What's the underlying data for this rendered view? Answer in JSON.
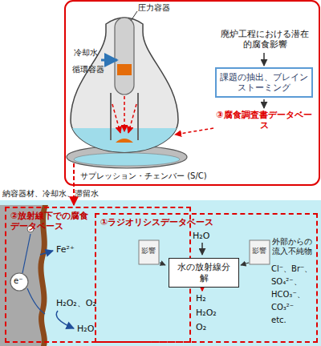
{
  "diagram": {
    "nodes": [
      {
        "text": [
          "②放射線下での腐食データベース"
        ]
      },
      {
        "text": [
          "①ラジオリシスデータベース"
        ]
      },
      {
        "text": [
          "水の放射線分解"
        ],
        "in": 1
      },
      {
        "text": [
          "課題の抽出、ブレインストーミング"
        ]
      }
    ],
    "labels": [
      "圧力容器",
      "冷却水",
      "循環容器",
      "廃炉工程における潜在的腐食影響",
      "③腐食調査書データベース",
      "サプレッション・チェンバー (S/C)",
      "納容器材、冷却水、滞留水",
      "e⁻",
      "Fe²⁺",
      "H₂O₂、O₂",
      "H₂O",
      "H₂O",
      "影響",
      "影響",
      "外部からの流入不純物",
      "Cl⁻、Br⁻、",
      "SO₄²⁻、",
      "HCO₃⁻、",
      "CO₃²⁻",
      "etc.",
      "H₂",
      "H₂O₂",
      "O₂"
    ]
  }
}
